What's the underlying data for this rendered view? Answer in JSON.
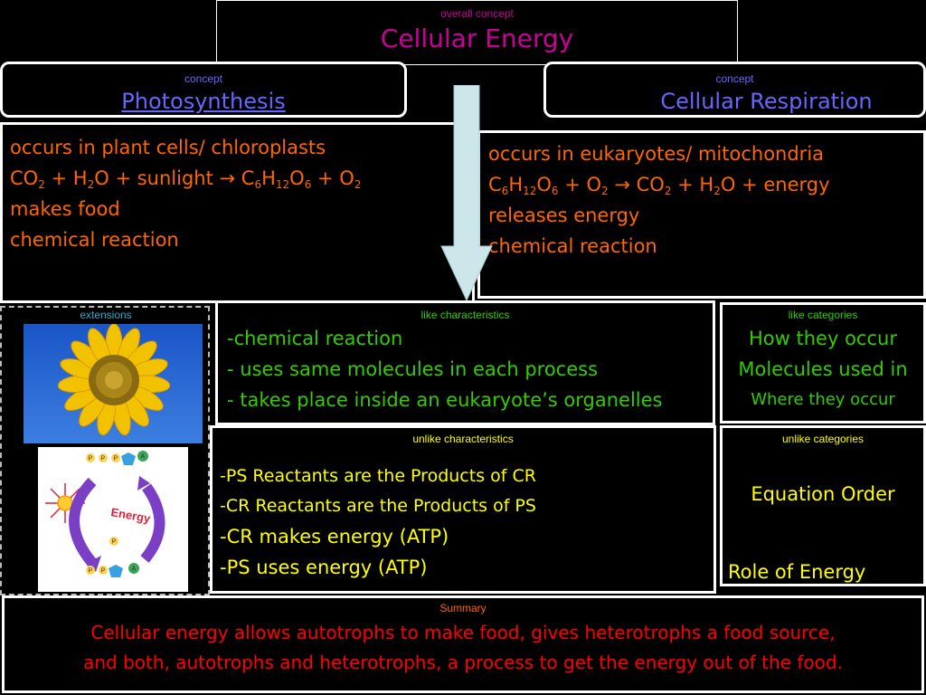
{
  "header": {
    "label": "overall concept",
    "title": "Cellular Energy"
  },
  "photosynthesis": {
    "label": "concept",
    "title": "Photosynthesis",
    "line1": "occurs in plant cells/ chloroplasts",
    "equation": {
      "r1": "CO",
      "r1_sub": "2",
      "plus1": " + H",
      "r2_sub": "2",
      "r2_end": "O + sunlight ",
      "arrow": "→",
      "p1": " C",
      "p1_s1": "6",
      "p1_h": "H",
      "p1_s2": "12",
      "p1_o": "O",
      "p1_s3": "6",
      "plus2": " + O",
      "p2_sub": "2"
    },
    "line3": "makes food",
    "line4": "chemical reaction"
  },
  "respiration": {
    "label": "concept",
    "title": "Cellular Respiration",
    "line1": "occurs in eukaryotes/ mitochondria",
    "equation": {
      "c": "C",
      "s1": "6",
      "h": "H",
      "s2": "12",
      "o": "O",
      "s3": "6",
      "plus1": " + O",
      "s4": "2",
      "arrow": " → ",
      "co": "CO",
      "s5": "2",
      "plus2": " + H",
      "s6": "2",
      "end": "O + energy"
    },
    "line3": "releases energy",
    "line4": "chemical reaction"
  },
  "extensions": {
    "label": "extensions",
    "cycle_word": "Energy",
    "cycle_p": "P",
    "cycle_a": "A"
  },
  "like_characteristics": {
    "label": "like characteristics",
    "items": [
      "-chemical reaction",
      "- uses same molecules in each process",
      "- takes place inside an eukaryote’s organelles"
    ]
  },
  "like_categories": {
    "label": "like categories",
    "items": [
      "How they occur",
      "Molecules used in",
      "Where they occur"
    ]
  },
  "unlike_characteristics": {
    "label": "unlike characteristics",
    "items": [
      "-PS Reactants are the Products of CR",
      "-CR Reactants are the Products of PS",
      "-CR makes energy (ATP)",
      "-PS uses energy (ATP)"
    ]
  },
  "unlike_categories": {
    "label": "unlike categories",
    "items": [
      "Equation Order",
      "Role of Energy"
    ]
  },
  "summary": {
    "label": "Summary",
    "line1": "Cellular energy allows autotrophs to make food, gives heterotrophs a food source,",
    "line2": "and both, autotrophs and heterotrophs, a process to get the energy out of the food."
  },
  "colors": {
    "title_magenta": "#cc0099",
    "concept_blue": "#6666ff",
    "text_orange": "#ff6600",
    "text_green": "#33cc00",
    "text_yellow": "#ffff00",
    "summary_red": "#ff0000",
    "arrow_fill": "#cce6ea"
  }
}
